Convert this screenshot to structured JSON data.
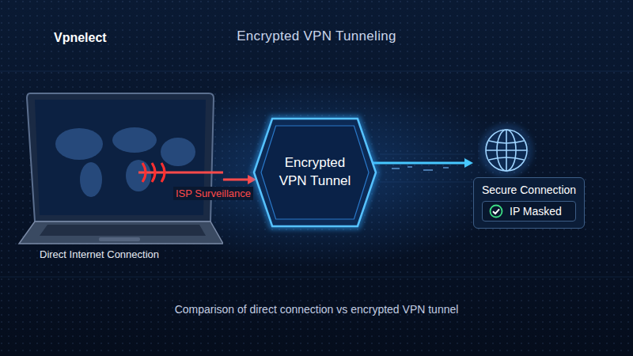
{
  "diagram": {
    "title": "Encrypted VPN Tunneling",
    "caption": "Comparison of direct connection vs encrypted VPN tunnel",
    "nodes": [
      {
        "text": [
          "Direct Internet Connection"
        ]
      },
      {
        "text": [
          "Encrypted VPN Tunnel"
        ]
      },
      {
        "text": [
          "Secure Connection",
          "IP Masked"
        ]
      }
    ],
    "edges": [
      {
        "from": 0,
        "to": 1,
        "label": "ISP Surveillance",
        "arrow": "to"
      },
      {
        "from": 1,
        "to": 2,
        "arrow": "to"
      }
    ],
    "labels": [
      "Vpnelect"
    ]
  }
}
